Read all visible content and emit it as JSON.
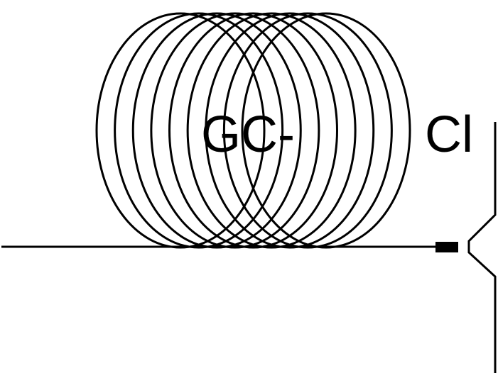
{
  "diagram": {
    "labels": {
      "column_label": "GC-",
      "detector_label": "Cl"
    },
    "components": {
      "coil": {
        "icon": "coiled-capillary-column-icon",
        "loop_count": 9
      },
      "baseline": {
        "icon": "transfer-line-icon"
      },
      "connector": {
        "icon": "connector-block-icon"
      },
      "detector_inlet": {
        "icon": "detector-inlet-bracket-icon"
      }
    },
    "colors": {
      "line": "#000000",
      "background": "#ffffff"
    }
  }
}
